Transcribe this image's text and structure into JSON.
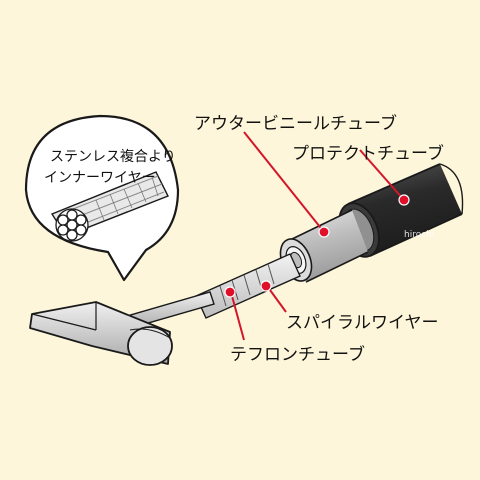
{
  "labels": {
    "callout_line1": "ステンレス複合より",
    "callout_line2": "インナーワイヤー",
    "outer_vinyl_tube": "アウタービニールチューブ",
    "protect_tube": "プロテクトチューブ",
    "spiral_wire": "スパイラルワイヤー",
    "teflon_tube": "テフロンチューブ"
  },
  "watermark": "hirochi",
  "colors": {
    "background": "#fdf6da",
    "leader_red": "#d4162a",
    "dot_red": "#e0102a",
    "outline": "#1a1a1a",
    "protect_tube_dark": "#2e2e2e",
    "vinyl_gray": "#c9c9c9"
  }
}
